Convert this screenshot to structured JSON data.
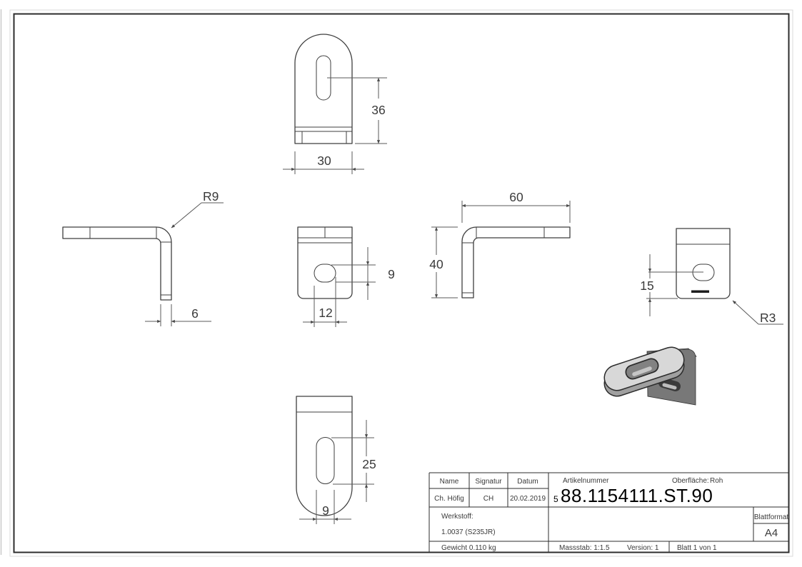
{
  "drawing": {
    "front_view": {
      "height": "36",
      "width": "30"
    },
    "side_view_left": {
      "bend_radius": "R9",
      "thickness": "6"
    },
    "lower_front_view": {
      "slot_height": "9",
      "slot_offset": "12"
    },
    "side_view_right": {
      "length": "60",
      "height": "40"
    },
    "back_view": {
      "hole_offset": "15",
      "corner_radius": "R3"
    },
    "top_view": {
      "slot_length": "25",
      "slot_width": "9"
    }
  },
  "title_block": {
    "name_header": "Name",
    "signature_header": "Signatur",
    "date_header": "Datum",
    "article_header": "Artikelnummer",
    "surface_label": "Oberfläche:",
    "surface_value": "Roh",
    "name": "Ch. Höfig",
    "signature": "CH",
    "date": "20.02.2019",
    "article_prefix": "5",
    "article_number": "88.1154111.ST.90",
    "material_label": "Werkstoff:",
    "material": "1.0037 (S235JR)",
    "weight": "Gewicht 0.110 kg",
    "scale": "Massstab: 1:1.5",
    "version": "Version: 1",
    "sheet": "Blatt 1 von 1",
    "format_label": "Blattformat",
    "format": "A4"
  },
  "colors": {
    "edge_line": "#3f3f3f",
    "dim_line": "#5a5a5a",
    "iso_top_face": "#d8d8d8",
    "iso_thickness": "#a0a0a0",
    "iso_plate": "#787878"
  }
}
